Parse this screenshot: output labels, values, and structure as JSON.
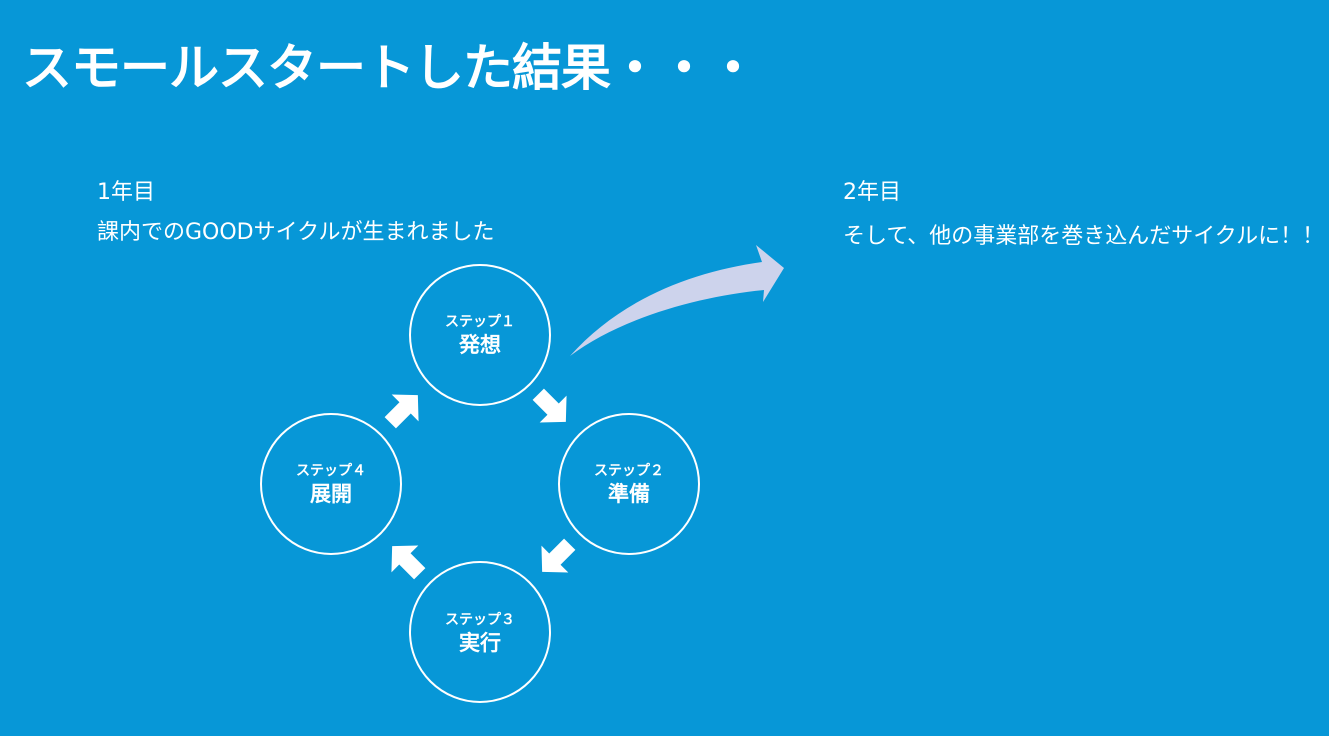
{
  "slide": {
    "title": "スモールスタートした結果・・・"
  },
  "year1": {
    "label": "1年目",
    "description": "課内でのGOODサイクルが生まれました"
  },
  "year2": {
    "label": "2年目",
    "description": "そして、他の事業部を巻き込んだサイクルに！！"
  },
  "cycle": {
    "steps": [
      {
        "number_label": "ステップ１",
        "name": "発想"
      },
      {
        "number_label": "ステップ２",
        "name": "準備"
      },
      {
        "number_label": "ステップ３",
        "name": "実行"
      },
      {
        "number_label": "ステップ４",
        "name": "展開"
      }
    ]
  },
  "colors": {
    "background": "#0797d7",
    "foreground": "#ffffff",
    "curved_arrow": "#cdd3ec"
  }
}
